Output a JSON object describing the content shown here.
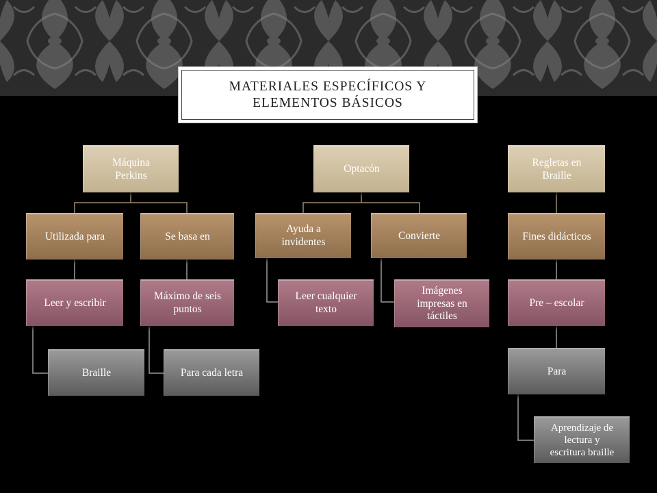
{
  "title": "MATERIALES ESPECÍFICOS Y\nELEMENTOS BÁSICOS",
  "diagram": {
    "perkins": {
      "root": "Máquina\nPerkins",
      "left": {
        "label": "Utilizada para",
        "child": "Leer y escribir",
        "grandchild": "Braille"
      },
      "right": {
        "label": "Se basa en",
        "child": "Máximo de seis\npuntos",
        "grandchild": "Para cada letra"
      }
    },
    "optacon": {
      "root": "Optacón",
      "left": {
        "label": "Ayuda a\ninvidentes",
        "child": "Leer cualquier\ntexto"
      },
      "right": {
        "label": "Convierte",
        "child": "Imágenes\nimpresas en\ntáctiles"
      }
    },
    "regletas": {
      "root": "Regletas en\nBraille",
      "level2": "Fines didácticos",
      "level3": "Pre – escolar",
      "level4": "Para",
      "level5": "Aprendizaje de\nlectura y\nescritura braille"
    }
  }
}
